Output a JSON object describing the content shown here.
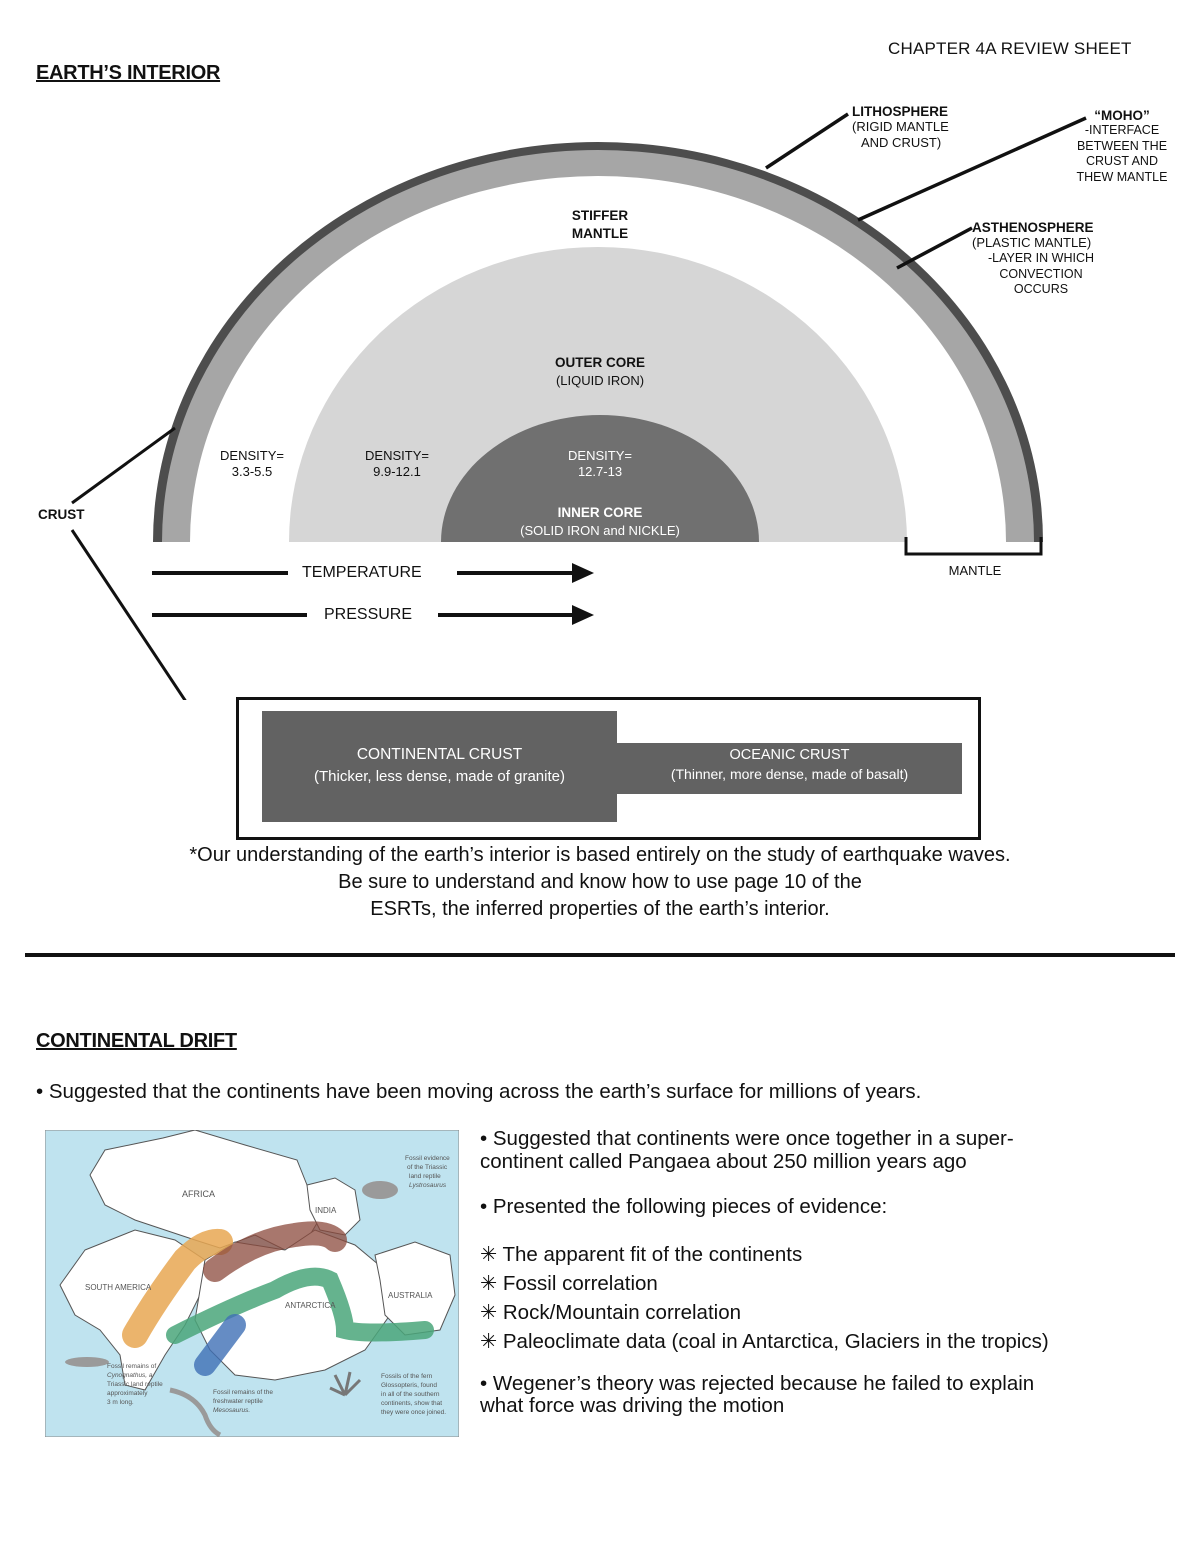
{
  "header": {
    "chapter": "CHAPTER 4A REVIEW SHEET"
  },
  "interior": {
    "title": "EARTH’S INTERIOR",
    "lithosphere": {
      "name": "LITHOSPHERE",
      "desc1": "(RIGID MANTLE",
      "desc2": "AND CRUST)"
    },
    "moho": {
      "name": "“MOHO”",
      "desc1": "-INTERFACE",
      "desc2": "BETWEEN THE",
      "desc3": "CRUST AND",
      "desc4": "THEW MANTLE"
    },
    "asthenosphere": {
      "name": "ASTHENOSPHERE",
      "desc1": "(PLASTIC MANTLE)",
      "desc2": "-LAYER IN WHICH",
      "desc3": "CONVECTION",
      "desc4": "OCCURS"
    },
    "stiffer_mantle1": "STIFFER",
    "stiffer_mantle2": "MANTLE",
    "outer_core": {
      "name": "OUTER CORE",
      "desc": "(LIQUID IRON)"
    },
    "inner_core": {
      "name": "INNER CORE",
      "desc": "(SOLID IRON and NICKLE)"
    },
    "density_mantle": {
      "label": "DENSITY=",
      "value": "3.3-5.5"
    },
    "density_outer": {
      "label": "DENSITY=",
      "value": "9.9-12.1"
    },
    "density_inner": {
      "label": "DENSITY=",
      "value": "12.7-13"
    },
    "crust": "CRUST",
    "mantle": "MANTLE",
    "temperature": "TEMPERATURE",
    "pressure": "PRESSURE",
    "continental_crust": {
      "name": "CONTINENTAL CRUST",
      "desc": "(Thicker, less dense, made of granite)"
    },
    "oceanic_crust": {
      "name": "OCEANIC CRUST",
      "desc": "(Thinner, more dense, made of basalt)"
    },
    "note_line1": "*Our understanding of the earth’s interior is based entirely on the study of earthquake waves.",
    "note_line2": "Be sure to understand and know how to use page 10 of the",
    "note_line3": "ESRTs, the inferred properties of the earth’s interior."
  },
  "drift": {
    "title": "CONTINENTAL DRIFT",
    "bullet_main": "• Suggested that the continents have been moving across the earth’s surface for millions of years.",
    "bullet_pangaea1": "• Suggested that continents were once together in a super-",
    "bullet_pangaea2": "continent called Pangaea about 250 million years ago",
    "bullet_evidence": "• Presented the following pieces of evidence:",
    "evidence": [
      "✳ The apparent fit of the continents",
      "✳ Fossil correlation",
      "✳ Rock/Mountain correlation",
      "✳ Paleoclimate data (coal in Antarctica, Glaciers in the tropics)"
    ],
    "bullet_rejected1": "• Wegener’s theory was rejected because he failed to explain",
    "bullet_rejected2": "what force was driving the motion",
    "map": {
      "africa": "AFRICA",
      "india": "INDIA",
      "south_america": "SOUTH AMERICA",
      "antarctica": "ANTARCTICA",
      "australia": "AUSTRALIA",
      "fossil_lystrosaurus1": "Fossil evidence",
      "fossil_lystrosaurus2": "of the Triassic",
      "fossil_lystrosaurus3": "land reptile",
      "fossil_lystrosaurus4": "Lystrosaurus",
      "fossil_cyno1": "Fossil remains of",
      "fossil_cyno2": "Cynognathus, a",
      "fossil_cyno3": "Triassic land reptile",
      "fossil_cyno4": "approximately",
      "fossil_cyno5": "3 m long.",
      "fossil_meso1": "Fossil remains of the",
      "fossil_meso2": "freshwater reptile",
      "fossil_meso3": "Mesosaurus.",
      "fossil_glosso1": "Fossils of the fern",
      "fossil_glosso2": "Glossopteris, found",
      "fossil_glosso3": "in all of the southern",
      "fossil_glosso4": "continents, show that",
      "fossil_glosso5": "they were once joined."
    }
  },
  "colors": {
    "dark": "#4d4d4d",
    "mid": "#a6a6a6",
    "light": "#d6d6d6",
    "core": "#707070",
    "crustbox": "#626262",
    "map_ocean": "#bfe3ef"
  }
}
